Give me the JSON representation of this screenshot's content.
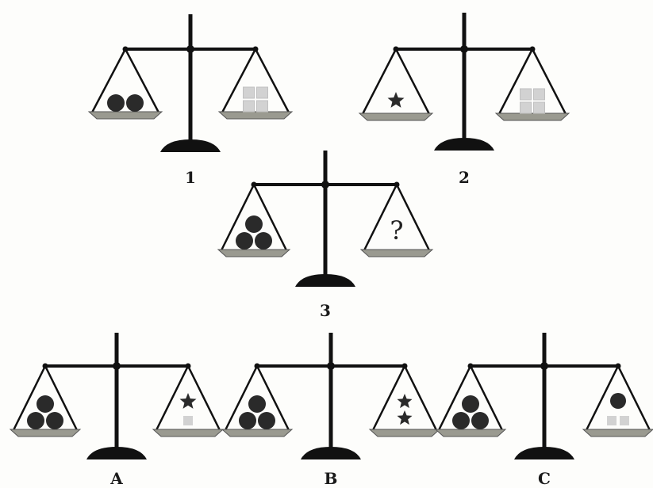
{
  "scales": [
    {
      "id": "1",
      "label": "1",
      "left": {
        "circles": 2,
        "stars": 0,
        "squares": 0
      },
      "right": {
        "circles": 0,
        "stars": 0,
        "squares": 4,
        "large_squares": true
      },
      "question": false
    },
    {
      "id": "2",
      "label": "2",
      "left": {
        "circles": 0,
        "stars": 1,
        "squares": 0
      },
      "right": {
        "circles": 0,
        "stars": 0,
        "squares": 4,
        "large_squares": true
      },
      "question": false
    },
    {
      "id": "3",
      "label": "3",
      "left": {
        "circles": 3,
        "stars": 0,
        "squares": 0
      },
      "right": {
        "circles": 0,
        "stars": 0,
        "squares": 0
      },
      "question": true,
      "question_mark": "?"
    },
    {
      "id": "A",
      "label": "A",
      "left": {
        "circles": 3,
        "stars": 0,
        "squares": 0
      },
      "right": {
        "circles": 0,
        "stars": 1,
        "squares": 1
      },
      "question": false
    },
    {
      "id": "B",
      "label": "B",
      "left": {
        "circles": 3,
        "stars": 0,
        "squares": 0
      },
      "right": {
        "circles": 0,
        "stars": 2,
        "squares": 0
      },
      "question": false
    },
    {
      "id": "C",
      "label": "C",
      "left": {
        "circles": 3,
        "stars": 0,
        "squares": 0
      },
      "right": {
        "circles": 1,
        "stars": 0,
        "squares": 2
      },
      "question": false
    }
  ],
  "colors": {
    "ink": "#111111",
    "circle": "#2a2a2a",
    "star": "#2a2a2a",
    "square": "#d2d2d2",
    "pan": "#9a9a90"
  }
}
